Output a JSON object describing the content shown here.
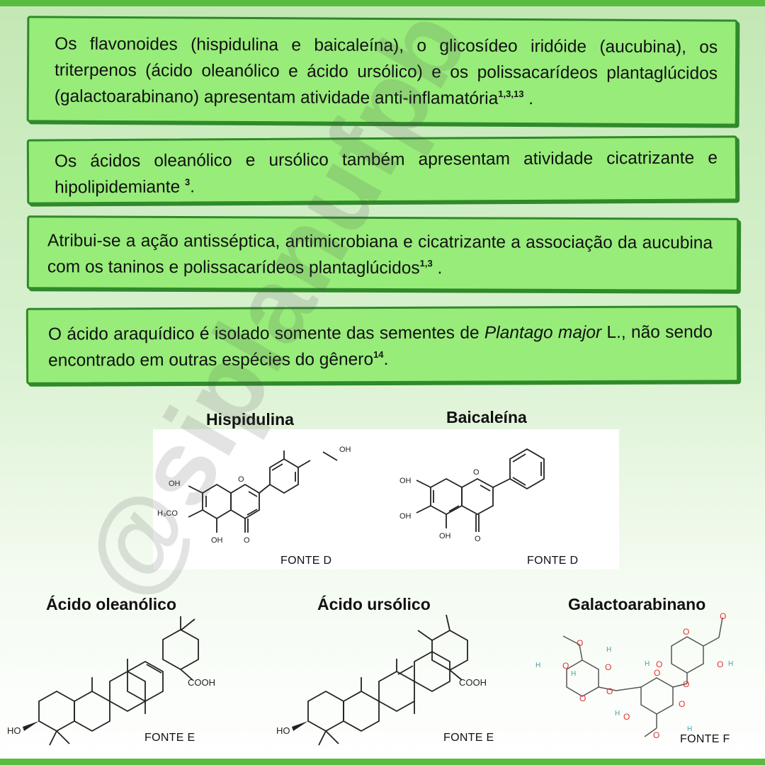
{
  "paragraphs": [
    {
      "text": "Os flavonoides (hispidulina e baicaleína), o glicosídeo iridóide (aucubina), os triterpenos (ácido oleanólico e ácido ursólico) e os polissacarídeos plantaglúcidos (galactoarabinano) apresentam atividade anti-inflamatória",
      "ref": "1,3,13",
      "end": " ."
    },
    {
      "text": "Os ácidos oleanólico e ursólico também apresentam atividade cicatrizante e hipolipidemiante ",
      "ref": "3",
      "end": "."
    },
    {
      "text": "Atribui-se a ação antisséptica, antimicrobiana e cicatrizante a associação da aucubina com os taninos e polissacarídeos plantaglúcidos",
      "ref": "1,3",
      "end": " ."
    },
    {
      "before": "O ácido araquídico  é isolado somente das sementes de ",
      "italic": "Plantago major",
      "after": " L., não sendo encontrado em outras espécies do gênero",
      "ref": "14",
      "end": "."
    }
  ],
  "molecules": {
    "hispidulina": {
      "name": "Hispidulina",
      "source": "FONTE D",
      "labels": {
        "oh_top": "OH",
        "oh_left": "OH",
        "methoxy": "H₃CO",
        "oh_bottom": "OH",
        "carbonyl": "O",
        "ring_o": "O"
      }
    },
    "baicaleina": {
      "name": "Baicaleína",
      "source": "FONTE D",
      "labels": {
        "oh_1": "OH",
        "oh_2": "OH",
        "oh_3": "OH",
        "carbonyl": "O",
        "ring_o": "O"
      }
    },
    "oleanolico": {
      "name": "Ácido oleanólico",
      "source": "FONTE E",
      "labels": {
        "cooh": "COOH",
        "ho": "HO"
      }
    },
    "ursolico": {
      "name": "Ácido ursólico",
      "source": "FONTE E",
      "labels": {
        "cooh": "COOH",
        "ho": "HO"
      }
    },
    "galactoarabinano": {
      "name": "Galactoarabinano",
      "source": "FONTE F",
      "labels": {
        "o": "O",
        "h": "H"
      }
    }
  },
  "watermark": "@siplanufpb",
  "colors": {
    "box_fill": "#98ec7a",
    "box_border": "#2f8a2a",
    "bar": "#58bd3e",
    "oxygen": "#e53030",
    "hydrogen": "#4a9ba3"
  }
}
